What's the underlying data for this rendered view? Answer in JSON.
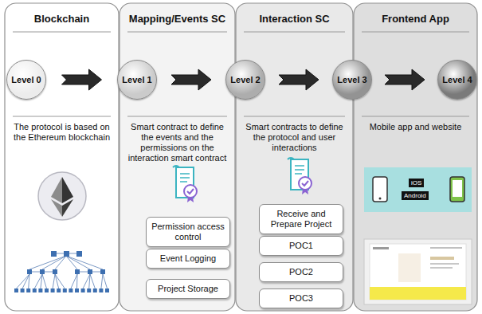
{
  "diagram": {
    "nodes": [
      {
        "text": [
          "Blockchain",
          "The protocol is based on the Ethereum blockchain"
        ]
      },
      {
        "text": [
          "Mapping/Events SC",
          "Smart contract to define the events and the permissions on the interaction smart contract"
        ]
      },
      {
        "text": [
          "Interaction SC",
          "Smart contracts to define the protocol and user interactions"
        ]
      },
      {
        "text": [
          "Frontend App",
          "Mobile app and website"
        ]
      },
      {
        "text": [
          "Level 0"
        ]
      },
      {
        "text": [
          "Level 1"
        ]
      },
      {
        "text": [
          "Level 2"
        ]
      },
      {
        "text": [
          "Level 3"
        ]
      },
      {
        "text": [
          "Level 4"
        ]
      },
      {
        "text": [
          "Permission access control"
        ],
        "in": 1
      },
      {
        "text": [
          "Event Logging"
        ],
        "in": 1
      },
      {
        "text": [
          "Project Storage"
        ],
        "in": 1
      },
      {
        "text": [
          "Receive and Prepare Project"
        ],
        "in": 2
      },
      {
        "text": [
          "POC1"
        ],
        "in": 2
      },
      {
        "text": [
          "POC2"
        ],
        "in": 2
      },
      {
        "text": [
          "POC3"
        ],
        "in": 2
      }
    ],
    "edges": [
      {
        "from": 4,
        "to": 5,
        "arrow": "to"
      },
      {
        "from": 5,
        "to": 6,
        "arrow": "to"
      },
      {
        "from": 6,
        "to": 7,
        "arrow": "to"
      },
      {
        "from": 7,
        "to": 8,
        "arrow": "to"
      }
    ],
    "labels": [
      "iOS",
      "Android"
    ]
  }
}
